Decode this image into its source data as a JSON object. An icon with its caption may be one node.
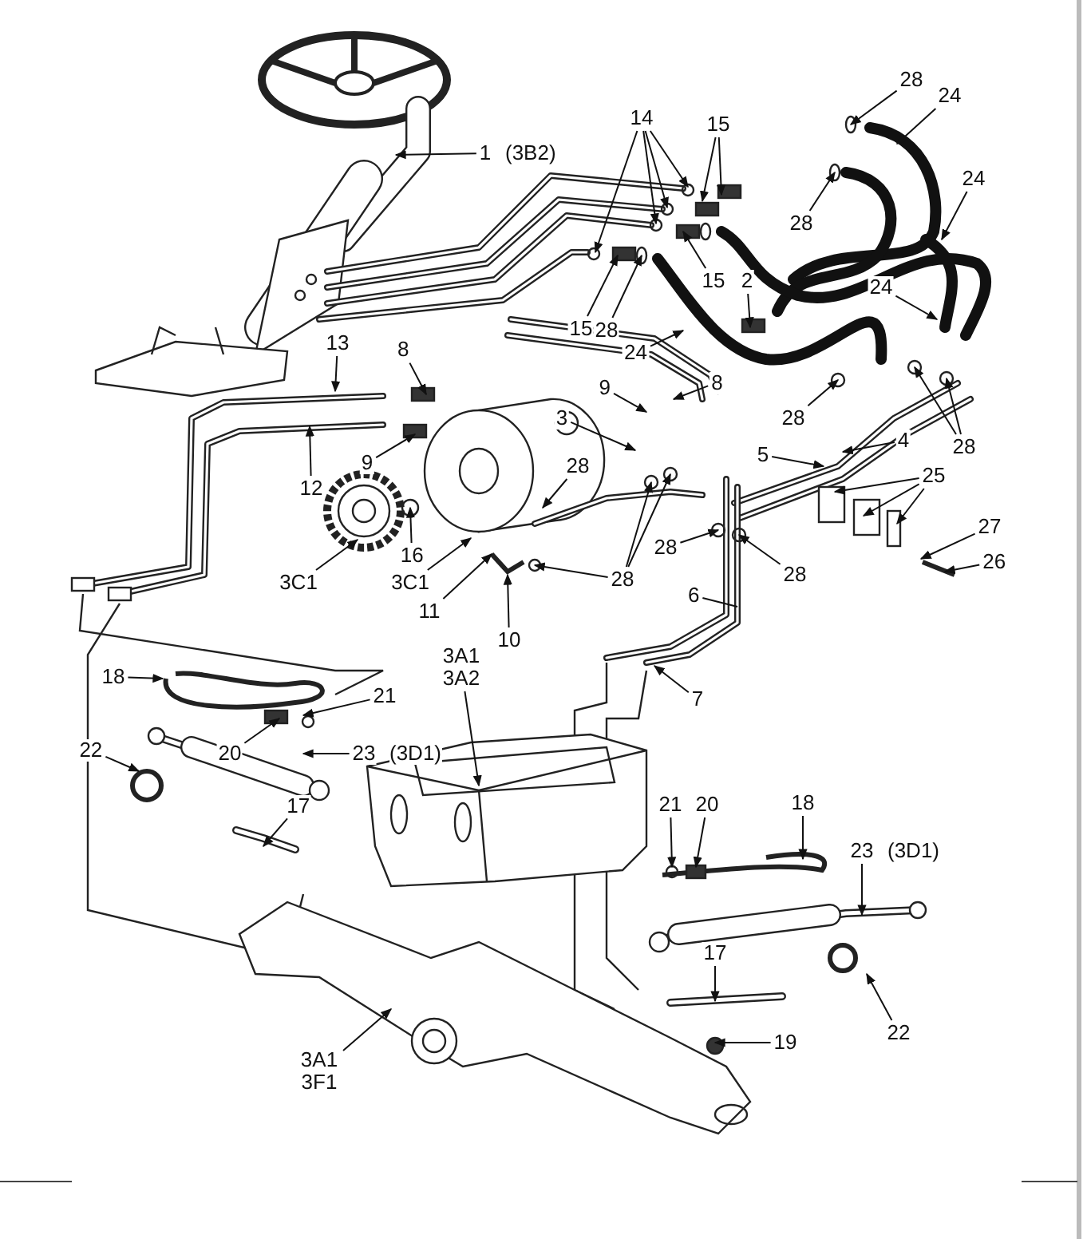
{
  "diagram": {
    "nodes": [
      {
        "text": [
          "1"
        ],
        "beside": [
          "(3B2)"
        ]
      },
      {
        "text": [
          "14"
        ]
      },
      {
        "text": [
          "15"
        ]
      },
      {
        "text": [
          "28"
        ]
      },
      {
        "text": [
          "24"
        ]
      },
      {
        "text": [
          "24"
        ]
      },
      {
        "text": [
          "28"
        ]
      },
      {
        "text": [
          "15"
        ]
      },
      {
        "text": [
          "2"
        ]
      },
      {
        "text": [
          "24"
        ]
      },
      {
        "text": [
          "15"
        ]
      },
      {
        "text": [
          "28"
        ]
      },
      {
        "text": [
          "24"
        ]
      },
      {
        "text": [
          "13"
        ]
      },
      {
        "text": [
          "8"
        ]
      },
      {
        "text": [
          "8"
        ]
      },
      {
        "text": [
          "9"
        ]
      },
      {
        "text": [
          "28"
        ]
      },
      {
        "text": [
          "3"
        ]
      },
      {
        "text": [
          "28"
        ]
      },
      {
        "text": [
          "4"
        ]
      },
      {
        "text": [
          "5"
        ]
      },
      {
        "text": [
          "28"
        ]
      },
      {
        "text": [
          "9"
        ]
      },
      {
        "text": [
          "25"
        ]
      },
      {
        "text": [
          "12"
        ]
      },
      {
        "text": [
          "27"
        ]
      },
      {
        "text": [
          "28"
        ]
      },
      {
        "text": [
          "16"
        ]
      },
      {
        "text": [
          "26"
        ]
      },
      {
        "text": [
          "28"
        ]
      },
      {
        "text": [
          "28"
        ]
      },
      {
        "text": [
          "3C1"
        ]
      },
      {
        "text": [
          "3C1"
        ]
      },
      {
        "text": [
          "6"
        ]
      },
      {
        "text": [
          "11"
        ]
      },
      {
        "text": [
          "10"
        ]
      },
      {
        "text": [
          "3A1 3A2"
        ]
      },
      {
        "text": [
          "18"
        ]
      },
      {
        "text": [
          "21"
        ]
      },
      {
        "text": [
          "7"
        ]
      },
      {
        "text": [
          "23"
        ],
        "beside": [
          "(3D1)"
        ]
      },
      {
        "text": [
          "20"
        ]
      },
      {
        "text": [
          "22"
        ]
      },
      {
        "text": [
          "21"
        ]
      },
      {
        "text": [
          "20"
        ]
      },
      {
        "text": [
          "18"
        ]
      },
      {
        "text": [
          "17"
        ]
      },
      {
        "text": [
          "23"
        ],
        "beside": [
          "(3D1)"
        ]
      },
      {
        "text": [
          "17"
        ]
      },
      {
        "text": [
          "22"
        ]
      },
      {
        "text": [
          "19"
        ]
      },
      {
        "text": [
          "3A1 3F1"
        ]
      }
    ],
    "edges": [
      {
        "from": 0,
        "to": null,
        "arrow": "to"
      },
      {
        "from": 1,
        "to": null,
        "arrow": "to"
      },
      {
        "from": 1,
        "to": null,
        "arrow": "to"
      },
      {
        "from": 1,
        "to": null,
        "arrow": "to"
      },
      {
        "from": 1,
        "to": null,
        "arrow": "to"
      },
      {
        "from": 2,
        "to": null,
        "arrow": "to"
      },
      {
        "from": 2,
        "to": null,
        "arrow": "to"
      },
      {
        "from": 3,
        "to": null,
        "arrow": "to"
      },
      {
        "from": 4,
        "to": null,
        "arrow": "to"
      },
      {
        "from": 5,
        "to": null,
        "arrow": "to"
      },
      {
        "from": 6,
        "to": null,
        "arrow": "to"
      },
      {
        "from": 7,
        "to": null,
        "arrow": "to"
      },
      {
        "from": 8,
        "to": null,
        "arrow": "to"
      },
      {
        "from": 9,
        "to": null,
        "arrow": "to"
      },
      {
        "from": 10,
        "to": null,
        "arrow": "to"
      },
      {
        "from": 11,
        "to": null,
        "arrow": "to"
      },
      {
        "from": 12,
        "to": null,
        "arrow": "to"
      },
      {
        "from": 13,
        "to": null,
        "arrow": "to"
      },
      {
        "from": 14,
        "to": null,
        "arrow": "to"
      },
      {
        "from": 15,
        "to": null,
        "arrow": "to"
      },
      {
        "from": 16,
        "to": null,
        "arrow": "to"
      },
      {
        "from": 17,
        "to": null,
        "arrow": "to"
      },
      {
        "from": 18,
        "to": null,
        "arrow": "to"
      },
      {
        "from": 19,
        "to": null,
        "arrow": "to"
      },
      {
        "from": 19,
        "to": null,
        "arrow": "to"
      },
      {
        "from": 20,
        "to": null,
        "arrow": "to"
      },
      {
        "from": 21,
        "to": null,
        "arrow": "to"
      },
      {
        "from": 22,
        "to": null,
        "arrow": "to"
      },
      {
        "from": 23,
        "to": null,
        "arrow": "to"
      },
      {
        "from": 24,
        "to": null,
        "arrow": "to"
      },
      {
        "from": 24,
        "to": null,
        "arrow": "to"
      },
      {
        "from": 24,
        "to": null,
        "arrow": "to"
      },
      {
        "from": 25,
        "to": null,
        "arrow": "to"
      },
      {
        "from": 26,
        "to": null,
        "arrow": "to"
      },
      {
        "from": 27,
        "to": null,
        "arrow": "to"
      },
      {
        "from": 28,
        "to": null,
        "arrow": "to"
      },
      {
        "from": 29,
        "to": null,
        "arrow": "to"
      },
      {
        "from": 30,
        "to": null,
        "arrow": "to"
      },
      {
        "from": 31,
        "to": null,
        "arrow": "to"
      },
      {
        "from": 31,
        "to": null,
        "arrow": "to"
      },
      {
        "from": 31,
        "to": null,
        "arrow": "to"
      },
      {
        "from": 32,
        "to": null,
        "arrow": "to"
      },
      {
        "from": 33,
        "to": null,
        "arrow": "to"
      },
      {
        "from": 34,
        "to": null,
        "arrow": "none"
      },
      {
        "from": 35,
        "to": null,
        "arrow": "to"
      },
      {
        "from": 36,
        "to": null,
        "arrow": "to"
      },
      {
        "from": 37,
        "to": null,
        "arrow": "to"
      },
      {
        "from": 38,
        "to": null,
        "arrow": "to"
      },
      {
        "from": 39,
        "to": null,
        "arrow": "to"
      },
      {
        "from": 40,
        "to": null,
        "arrow": "to"
      },
      {
        "from": 41,
        "to": null,
        "arrow": "to"
      },
      {
        "from": 42,
        "to": null,
        "arrow": "to"
      },
      {
        "from": 43,
        "to": null,
        "arrow": "to"
      },
      {
        "from": 44,
        "to": null,
        "arrow": "to"
      },
      {
        "from": 45,
        "to": null,
        "arrow": "to"
      },
      {
        "from": 46,
        "to": null,
        "arrow": "to"
      },
      {
        "from": 47,
        "to": null,
        "arrow": "to"
      },
      {
        "from": 48,
        "to": null,
        "arrow": "to"
      },
      {
        "from": 49,
        "to": null,
        "arrow": "to"
      },
      {
        "from": 50,
        "to": null,
        "arrow": "to"
      },
      {
        "from": 51,
        "to": null,
        "arrow": "to"
      },
      {
        "from": 52,
        "to": null,
        "arrow": "to"
      }
    ]
  }
}
